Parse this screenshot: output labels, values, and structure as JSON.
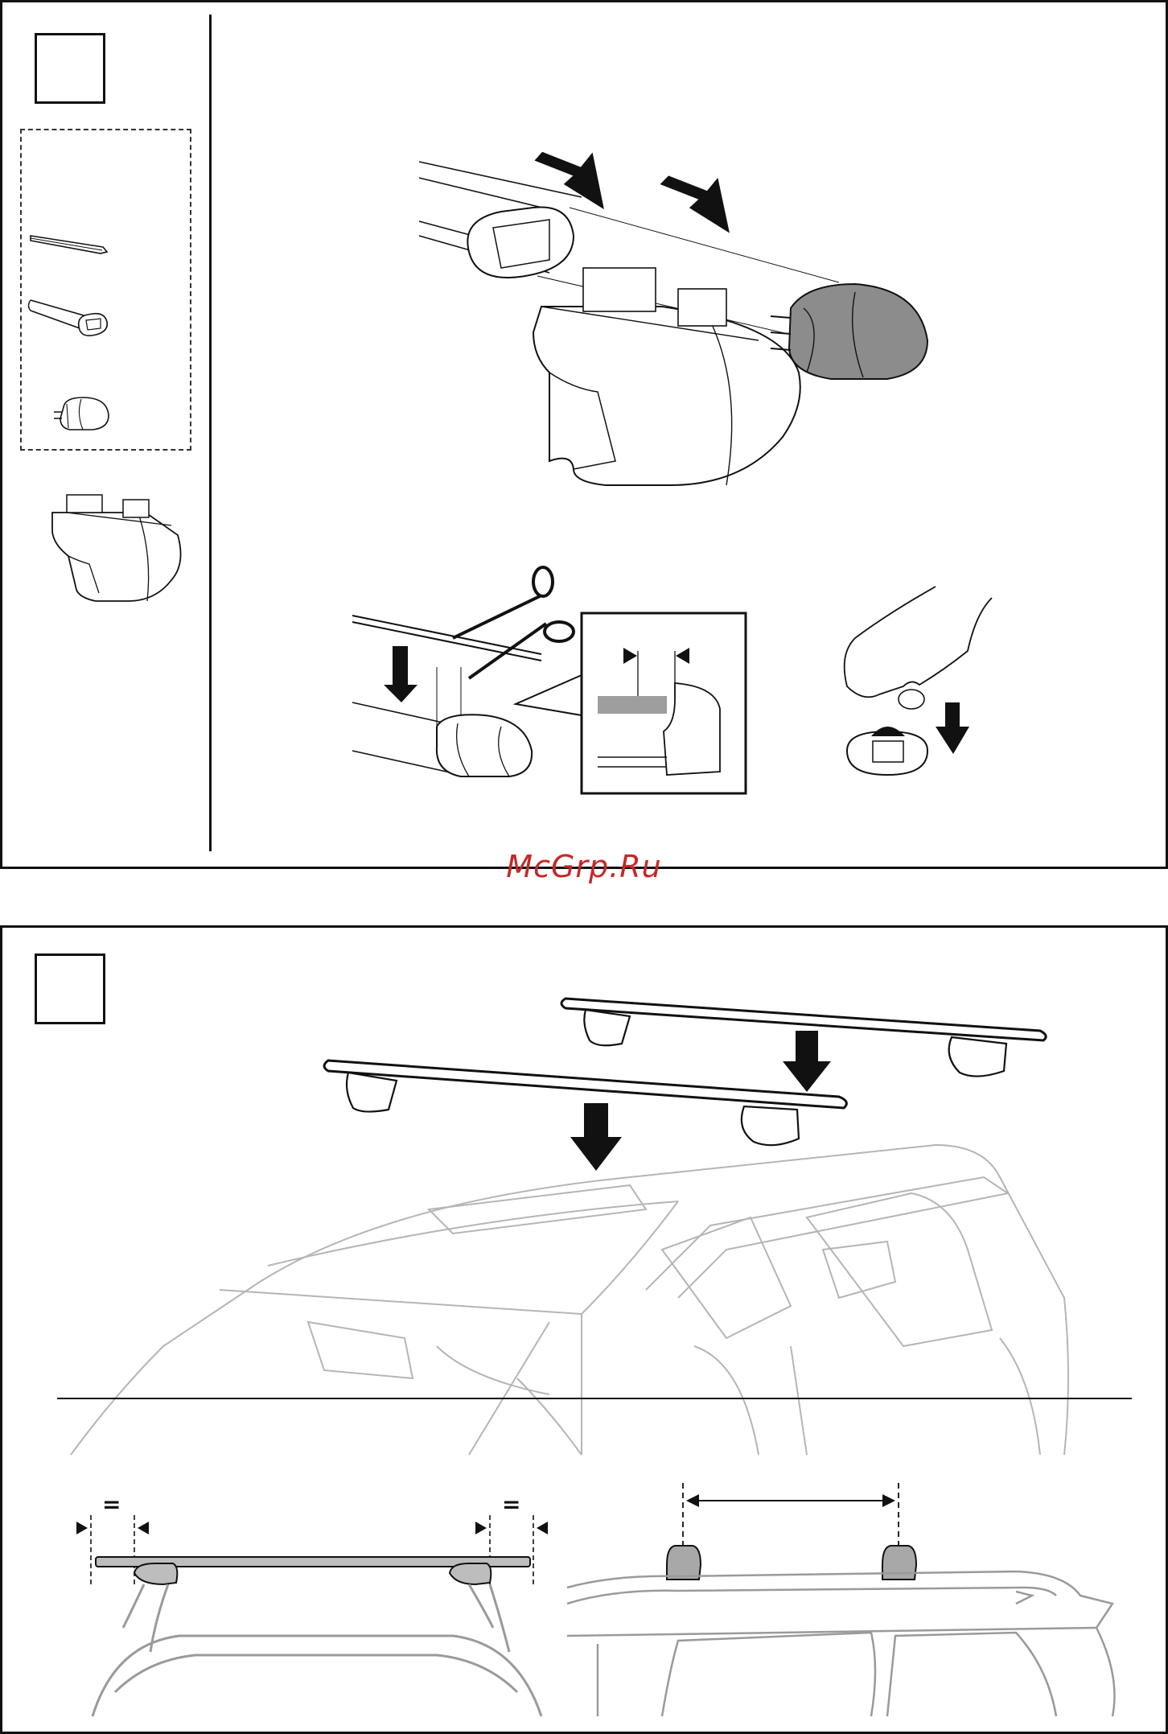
{
  "watermark": {
    "text": "McGrp.Ru",
    "color": "#c62828"
  },
  "panel_top": {
    "step_number": "",
    "parts_group": [
      "cover-strip",
      "cross-bar-profile",
      "end-cap"
    ],
    "main_illustration": "foot-slides-into-bar-then-end-cap",
    "detail_steps": [
      "cut-strip-to-length",
      "strip-gap-detail",
      "press-strip-into-bar"
    ]
  },
  "panel_bottom": {
    "step_number": "",
    "main_illustration": "mount-bars-on-roof-rails",
    "equal_mark_left": "=",
    "equal_mark_right": "=",
    "icons": [
      "arrow-down-icon",
      "arrow-left-icon",
      "scissors-icon",
      "hand-icon",
      "dimension-arrow-icon"
    ]
  }
}
